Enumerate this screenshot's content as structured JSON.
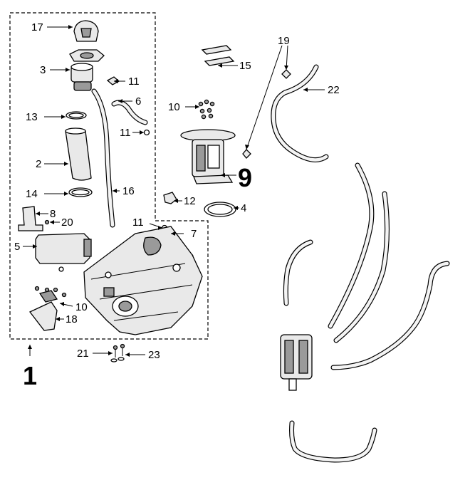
{
  "diagram": {
    "callouts": [
      {
        "id": "17",
        "text": "17"
      },
      {
        "id": "3",
        "text": "3"
      },
      {
        "id": "11a",
        "text": "11"
      },
      {
        "id": "6",
        "text": "6"
      },
      {
        "id": "13",
        "text": "13"
      },
      {
        "id": "11b",
        "text": "11"
      },
      {
        "id": "2",
        "text": "2"
      },
      {
        "id": "14",
        "text": "14"
      },
      {
        "id": "16",
        "text": "16"
      },
      {
        "id": "8",
        "text": "8"
      },
      {
        "id": "20",
        "text": "20"
      },
      {
        "id": "5",
        "text": "5"
      },
      {
        "id": "11c",
        "text": "11"
      },
      {
        "id": "7",
        "text": "7"
      },
      {
        "id": "10a",
        "text": "10"
      },
      {
        "id": "18",
        "text": "18"
      },
      {
        "id": "10b",
        "text": "10"
      },
      {
        "id": "9",
        "text": "9"
      },
      {
        "id": "12",
        "text": "12"
      },
      {
        "id": "4",
        "text": "4"
      },
      {
        "id": "15",
        "text": "15"
      },
      {
        "id": "19",
        "text": "19"
      },
      {
        "id": "22",
        "text": "22"
      },
      {
        "id": "21",
        "text": "21"
      },
      {
        "id": "23",
        "text": "23"
      },
      {
        "id": "1",
        "text": "1"
      }
    ]
  }
}
